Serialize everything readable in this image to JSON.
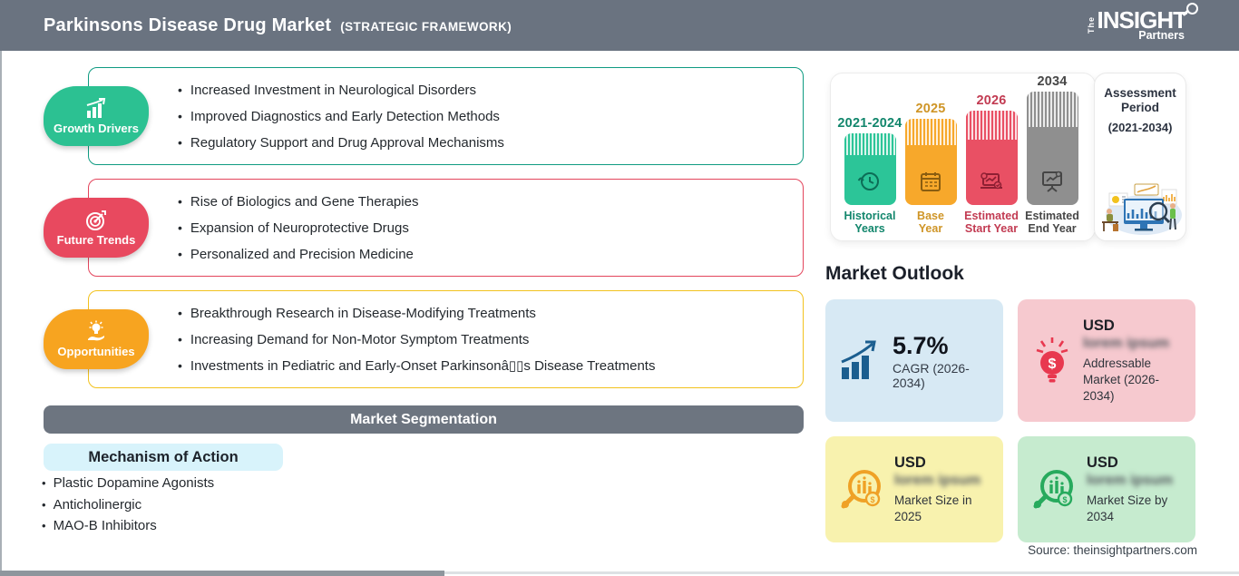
{
  "header": {
    "title": "Parkinsons Disease Drug Market",
    "framework": "(STRATEGIC FRAMEWORK)",
    "logo": {
      "the": "The",
      "insight": "INSIGHT",
      "partners": "Partners"
    }
  },
  "sections": [
    {
      "label": "Growth Drivers",
      "icon": "growth-chart-icon",
      "badge_color": "#2cc192",
      "border_color": "#0f9b82",
      "items": [
        "Increased Investment in Neurological Disorders",
        "Improved Diagnostics and Early Detection Methods",
        "Regulatory Support and Drug Approval Mechanisms"
      ]
    },
    {
      "label": "Future Trends",
      "icon": "target-dart-icon",
      "badge_color": "#e8495f",
      "border_color": "#e3455c",
      "items": [
        "Rise of Biologics and Gene Therapies",
        "Expansion of Neuroprotective Drugs",
        "Personalized and Precision Medicine"
      ]
    },
    {
      "label": "Opportunities",
      "icon": "idea-hand-icon",
      "badge_color": "#f7a420",
      "border_color": "#f2c21e",
      "items": [
        "Breakthrough Research in Disease-Modifying Treatments",
        "Increasing Demand for Non-Motor Symptom Treatments",
        "Investments in Pediatric and Early-Onset Parkinsonâ▯▯s Disease Treatments"
      ]
    }
  ],
  "segmentation": {
    "bar_title": "Market Segmentation",
    "bar_color": "#6d7580",
    "category_label": "Mechanism of Action",
    "category_bg": "#d8f3fb",
    "items": [
      "Plastic Dopamine Agonists",
      "Anticholinergic",
      "MAO-B Inhibitors"
    ]
  },
  "timeline": {
    "bars": [
      {
        "year": "2021-2024",
        "label_line1": "Historical",
        "label_line2": "Years",
        "color": "#2cc598",
        "label_color": "#12866c",
        "icon": "history-clock-icon"
      },
      {
        "year": "2025",
        "label_line1": "Base",
        "label_line2": "Year",
        "color": "#f7a82b",
        "label_color": "#cf9527",
        "icon": "calendar-icon"
      },
      {
        "year": "2026",
        "label_line1": "Estimated",
        "label_line2": "Start Year",
        "color": "#e95064",
        "label_color": "#c23b52",
        "icon": "laptop-chart-icon"
      },
      {
        "year": "2034",
        "label_line1": "Estimated",
        "label_line2": "End Year",
        "color": "#8f8f8f",
        "label_color": "#474747",
        "icon": "presentation-screen-icon"
      }
    ],
    "assessment": {
      "title_line1": "Assessment",
      "title_line2": "Period",
      "range": "(2021-2034)"
    }
  },
  "market_outlook": {
    "title": "Market Outlook",
    "cards": [
      {
        "value": "5.7%",
        "label": "CAGR (2026-2034)",
        "bg": "#d7e9f4",
        "icon": "growth-bars-arrow-icon",
        "icon_color": "#1b5e8f"
      },
      {
        "currency": "USD",
        "blurred_value": "lorem ipsum",
        "label": "Addressable Market (2026-2034)",
        "bg": "#f6c9cf",
        "icon": "bulb-dollar-icon",
        "icon_color": "#e8384f"
      },
      {
        "currency": "USD",
        "blurred_value": "lorem ipsum",
        "label": "Market Size in 2025",
        "bg": "#f8f2ae",
        "icon": "magnifier-chart-icon",
        "icon_color": "#efa126"
      },
      {
        "currency": "USD",
        "blurred_value": "lorem ipsum",
        "label": "Market Size by 2034",
        "bg": "#c6ebcf",
        "icon": "magnifier-chart-icon",
        "icon_color": "#27aa5d"
      }
    ]
  },
  "source": "Source: theinsightpartners.com"
}
